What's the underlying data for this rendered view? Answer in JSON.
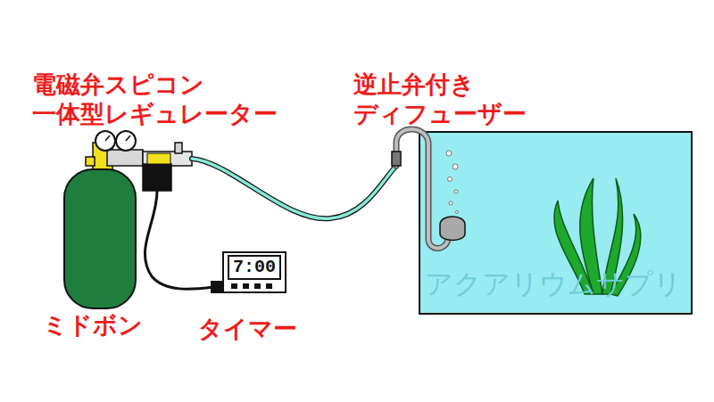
{
  "diagram": {
    "labels": [
      "電磁弁スピコン 一体型レギュレーター",
      "逆止弁付き ディフューザー",
      "ミドボン",
      "タイマー",
      "7:00",
      "アクアリウムサプリ"
    ]
  }
}
